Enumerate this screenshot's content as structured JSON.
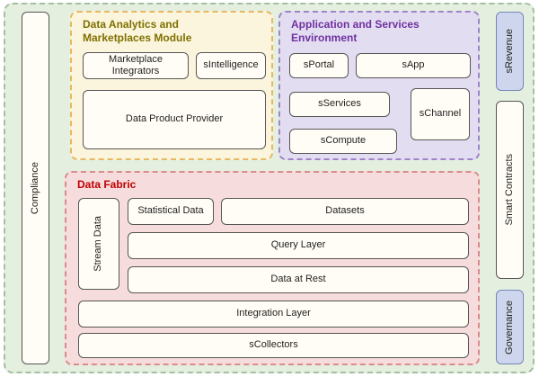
{
  "left_rail": {
    "compliance": "Compliance"
  },
  "right_rail": {
    "srevenue": "sRevenue",
    "smart_contracts": "Smart Contracts",
    "governance": "Governance"
  },
  "analytics": {
    "title": "Data Analytics and Marketplaces Module",
    "marketplace_integrators": "Marketplace Integrators",
    "sintelligence": "sIntelligence",
    "data_product_provider": "Data Product Provider"
  },
  "services": {
    "title": "Application and Services Environment",
    "sportal": "sPortal",
    "sapp": "sApp",
    "sservices": "sServices",
    "schannel": "sChannel",
    "scompute": "sCompute"
  },
  "fabric": {
    "title": "Data Fabric",
    "stream_data": "Stream Data",
    "statistical_data": "Statistical Data",
    "datasets": "Datasets",
    "query_layer": "Query Layer",
    "data_at_rest": "Data at Rest",
    "integration_layer": "Integration Layer",
    "scollectors": "sCollectors"
  },
  "colors": {
    "outer_bg": "#e4efe0",
    "outer_border": "#a5bfa2",
    "analytics_bg": "#fcf5dd",
    "analytics_border": "#e6b863",
    "analytics_title": "#7e7100",
    "services_bg": "#e3ddf1",
    "services_border": "#9d85c8",
    "services_title": "#7030a0",
    "fabric_bg": "#f6dcdc",
    "fabric_border": "#d98c8c",
    "fabric_title": "#c00000",
    "node_bg": "#fffdf5",
    "node_border": "#565656",
    "rail_tint_bg": "#cdd6ec",
    "rail_tint_border": "#7487b8"
  }
}
